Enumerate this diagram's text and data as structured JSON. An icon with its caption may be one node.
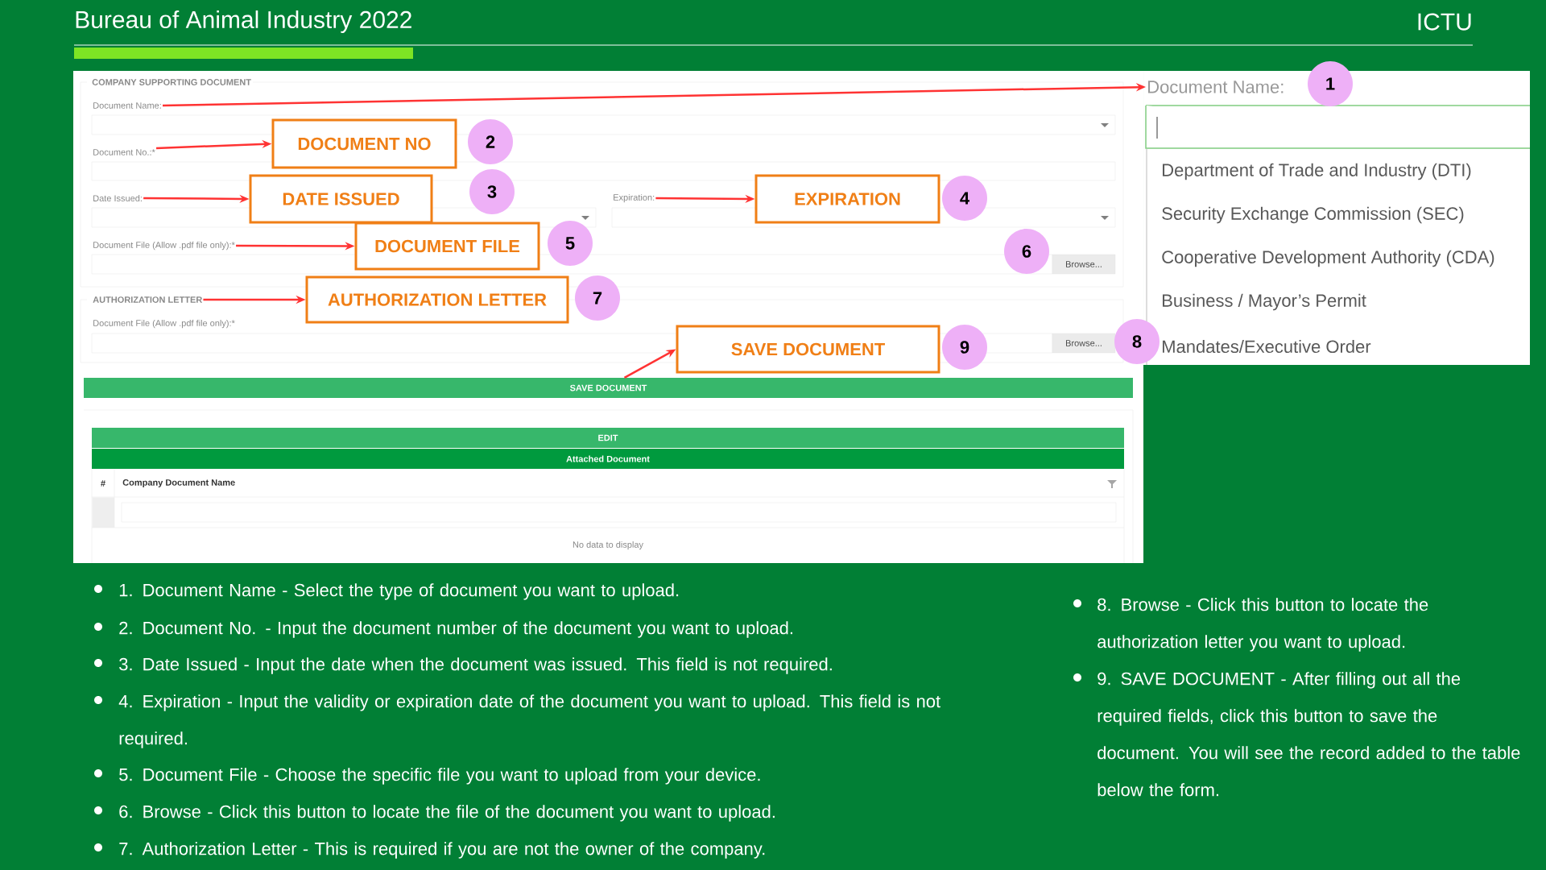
{
  "diagram": {
    "title": "Bureau of Animal Industry 2022",
    "nodes": [
      {
        "text": [
          "Document Name:"
        ]
      },
      {
        "text": [
          "Document No.:*"
        ]
      },
      {
        "text": [
          "Date Issued:"
        ]
      },
      {
        "text": [
          "Expiration:"
        ]
      },
      {
        "text": [
          "Document File (Allow .pdf file only):*"
        ]
      },
      {
        "text": [
          "AUTHORIZATION LETTER"
        ]
      },
      {
        "text": [
          "SAVE DOCUMENT"
        ]
      },
      {
        "text": [
          "DOCUMENT NO"
        ]
      },
      {
        "text": [
          "DATE ISSUED"
        ]
      },
      {
        "text": [
          "EXPIRATION"
        ]
      },
      {
        "text": [
          "DOCUMENT FILE"
        ]
      },
      {
        "text": [
          "AUTHORIZATION LETTER"
        ]
      },
      {
        "text": [
          "SAVE DOCUMENT"
        ]
      },
      {
        "text": [
          "Document Name:"
        ]
      },
      {
        "text": [
          "1"
        ]
      },
      {
        "text": [
          "2"
        ]
      },
      {
        "text": [
          "3"
        ]
      },
      {
        "text": [
          "4"
        ]
      },
      {
        "text": [
          "5"
        ]
      },
      {
        "text": [
          "6"
        ]
      },
      {
        "text": [
          "7"
        ]
      },
      {
        "text": [
          "8"
        ]
      },
      {
        "text": [
          "9"
        ]
      },
      {
        "text": [
          "EDIT"
        ]
      }
    ],
    "edges": [
      {
        "from": 0,
        "to": 13,
        "arrow": "to"
      },
      {
        "from": 1,
        "to": 7,
        "arrow": "to"
      },
      {
        "from": 2,
        "to": 8,
        "arrow": "to"
      },
      {
        "from": 3,
        "to": 9,
        "arrow": "to"
      },
      {
        "from": 4,
        "to": 10,
        "arrow": "to"
      },
      {
        "from": 5,
        "to": 11,
        "arrow": "to"
      },
      {
        "from": 6,
        "to": 12,
        "arrow": "to"
      }
    ],
    "labels": [
      "ICTU",
      "COMPANY SUPPORTING DOCUMENT",
      "Document File (Allow .pdf file only):*",
      "Browse...",
      "Browse...",
      "Attached Document",
      "#",
      "Company Document Name",
      "No data to display",
      "Department of Trade and Industry (DTI)",
      "Security Exchange Commission (SEC)",
      "Cooperative Development Authority (CDA)",
      "Business / Mayor’s Permit",
      "Mandates/Executive Order",
      "1. Document Name - Select the type of document you want to upload.",
      "2. Document No. - Input the document number of the document you want to upload.",
      "3. Date Issued - Input the date when the document was issued. This field is not required.",
      "4. Expiration - Input the validity or expiration date of the document you want to upload. This field is not required.",
      "5. Document File - Choose the specific file you want to upload from your device.",
      "6. Browse - Click this button to locate the file of the document you want to upload.",
      "7. Authorization Letter - This is required if you are not the owner of the company.",
      "8. Browse - Click this button to locate the authorization letter you want to upload.",
      "9. SAVE DOCUMENT - After filling out all the required fields, click this button to save the document. You will see the record added to the table below the form."
    ]
  }
}
